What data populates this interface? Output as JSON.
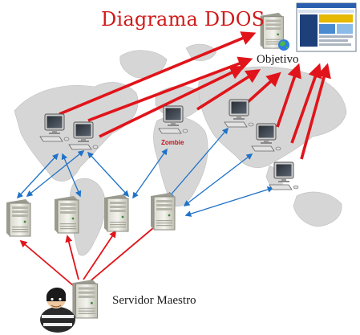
{
  "title": "Diagrama DDOS",
  "target_label": "Objetivo",
  "master_label": "Servidor Maestro",
  "zombie_label": "Zombie",
  "colors": {
    "title": "#d11a1a",
    "attack_arrow": "#e0141a",
    "control_link": "#1f72c8",
    "map": "#cfcfcf"
  },
  "icons": {
    "target": [
      "server-icon",
      "web-page-screenshot-icon",
      "globe-icon"
    ],
    "zombies": "desktop-pc-icon",
    "servers": "tower-server-icon",
    "master": [
      "tower-server-icon",
      "robber-icon"
    ],
    "background": "world-map"
  }
}
